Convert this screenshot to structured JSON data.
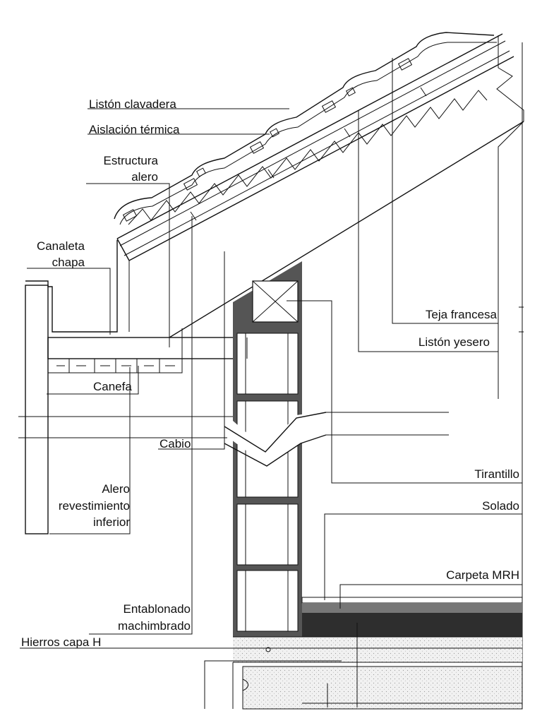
{
  "labels": {
    "liston_clavadera": "Listón clavadera",
    "aislacion_termica": "Aislación térmica",
    "estructura_alero_1": "Estructura",
    "estructura_alero_2": "alero",
    "canaleta_chapa_1": "Canaleta",
    "canaleta_chapa_2": "chapa",
    "canefa": "Canefa",
    "cabio": "Cabio",
    "alero_revestimiento_1": "Alero",
    "alero_revestimiento_2": "revestimiento",
    "alero_revestimiento_3": "inferior",
    "entablonado_1": "Entablonado",
    "entablonado_2": "machimbrado",
    "hierros_capa_h": "Hierros capa H",
    "teja_francesa": "Teja francesa",
    "liston_yesero": "Listón yesero",
    "tirantillo": "Tirantillo",
    "solado": "Solado",
    "carpeta_mrh": "Carpeta MRH"
  },
  "colors": {
    "line": "#111111",
    "wall_fill": "#555555",
    "carpeta_fill": "#2e2e2e",
    "solado_fill": "#777777",
    "concrete_fill": "#e6e6e6"
  }
}
